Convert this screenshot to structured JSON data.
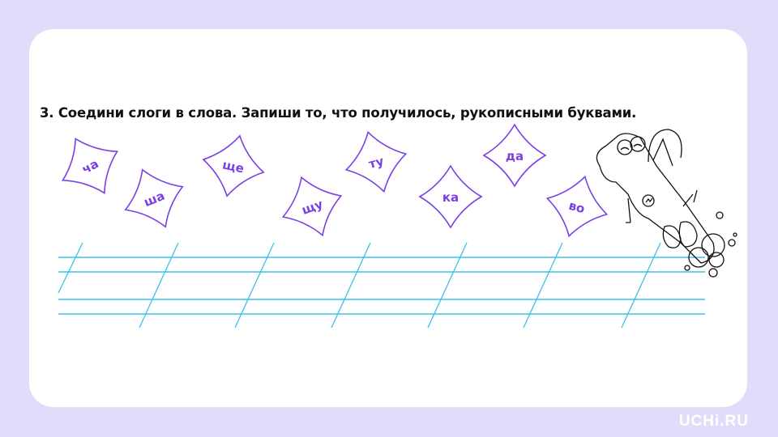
{
  "task": {
    "title": "3. Соедини слоги в слова. Запиши то, что получилось, рукописными буквами."
  },
  "syllables": [
    "ча",
    "ша",
    "ще",
    "щу",
    "ту",
    "ка",
    "да",
    "во"
  ],
  "colors": {
    "background": "#e1dcf9",
    "syllable": "#7b3fe4",
    "lines": "#3cc0e8"
  },
  "brand": {
    "logo": "UCHi.RU"
  }
}
